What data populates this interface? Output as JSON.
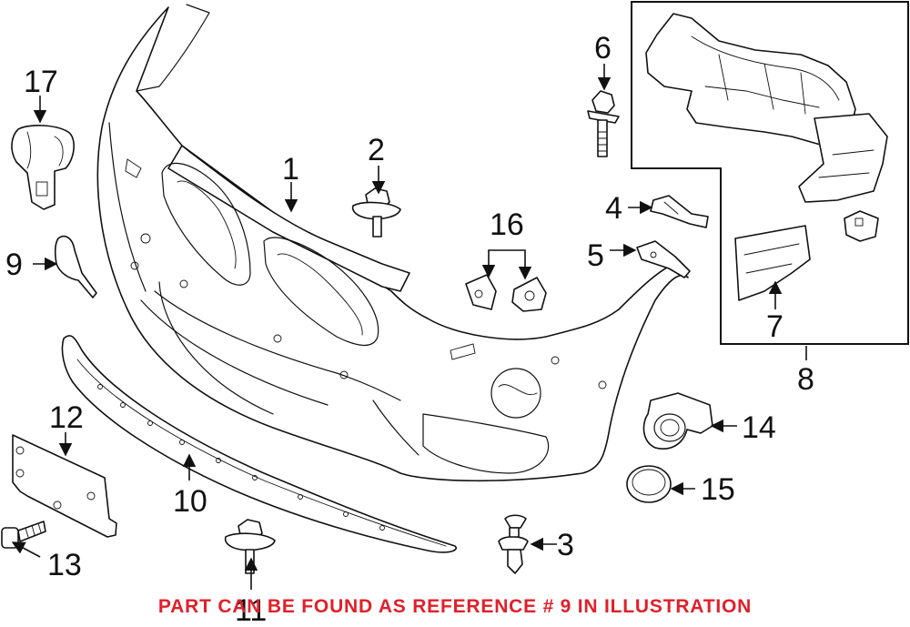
{
  "colors": {
    "line": "#111111",
    "notice": "#e0202a",
    "background": "#ffffff"
  },
  "callouts": {
    "c1": "1",
    "c2": "2",
    "c3": "3",
    "c4": "4",
    "c5": "5",
    "c6": "6",
    "c7": "7",
    "c8": "8",
    "c9": "9",
    "c10": "10",
    "c11": "11",
    "c12": "12",
    "c13": "13",
    "c14": "14",
    "c15": "15",
    "c16": "16",
    "c17": "17"
  },
  "notice": "PART CAN BE FOUND AS REFERENCE # 9 IN ILLUSTRATION"
}
